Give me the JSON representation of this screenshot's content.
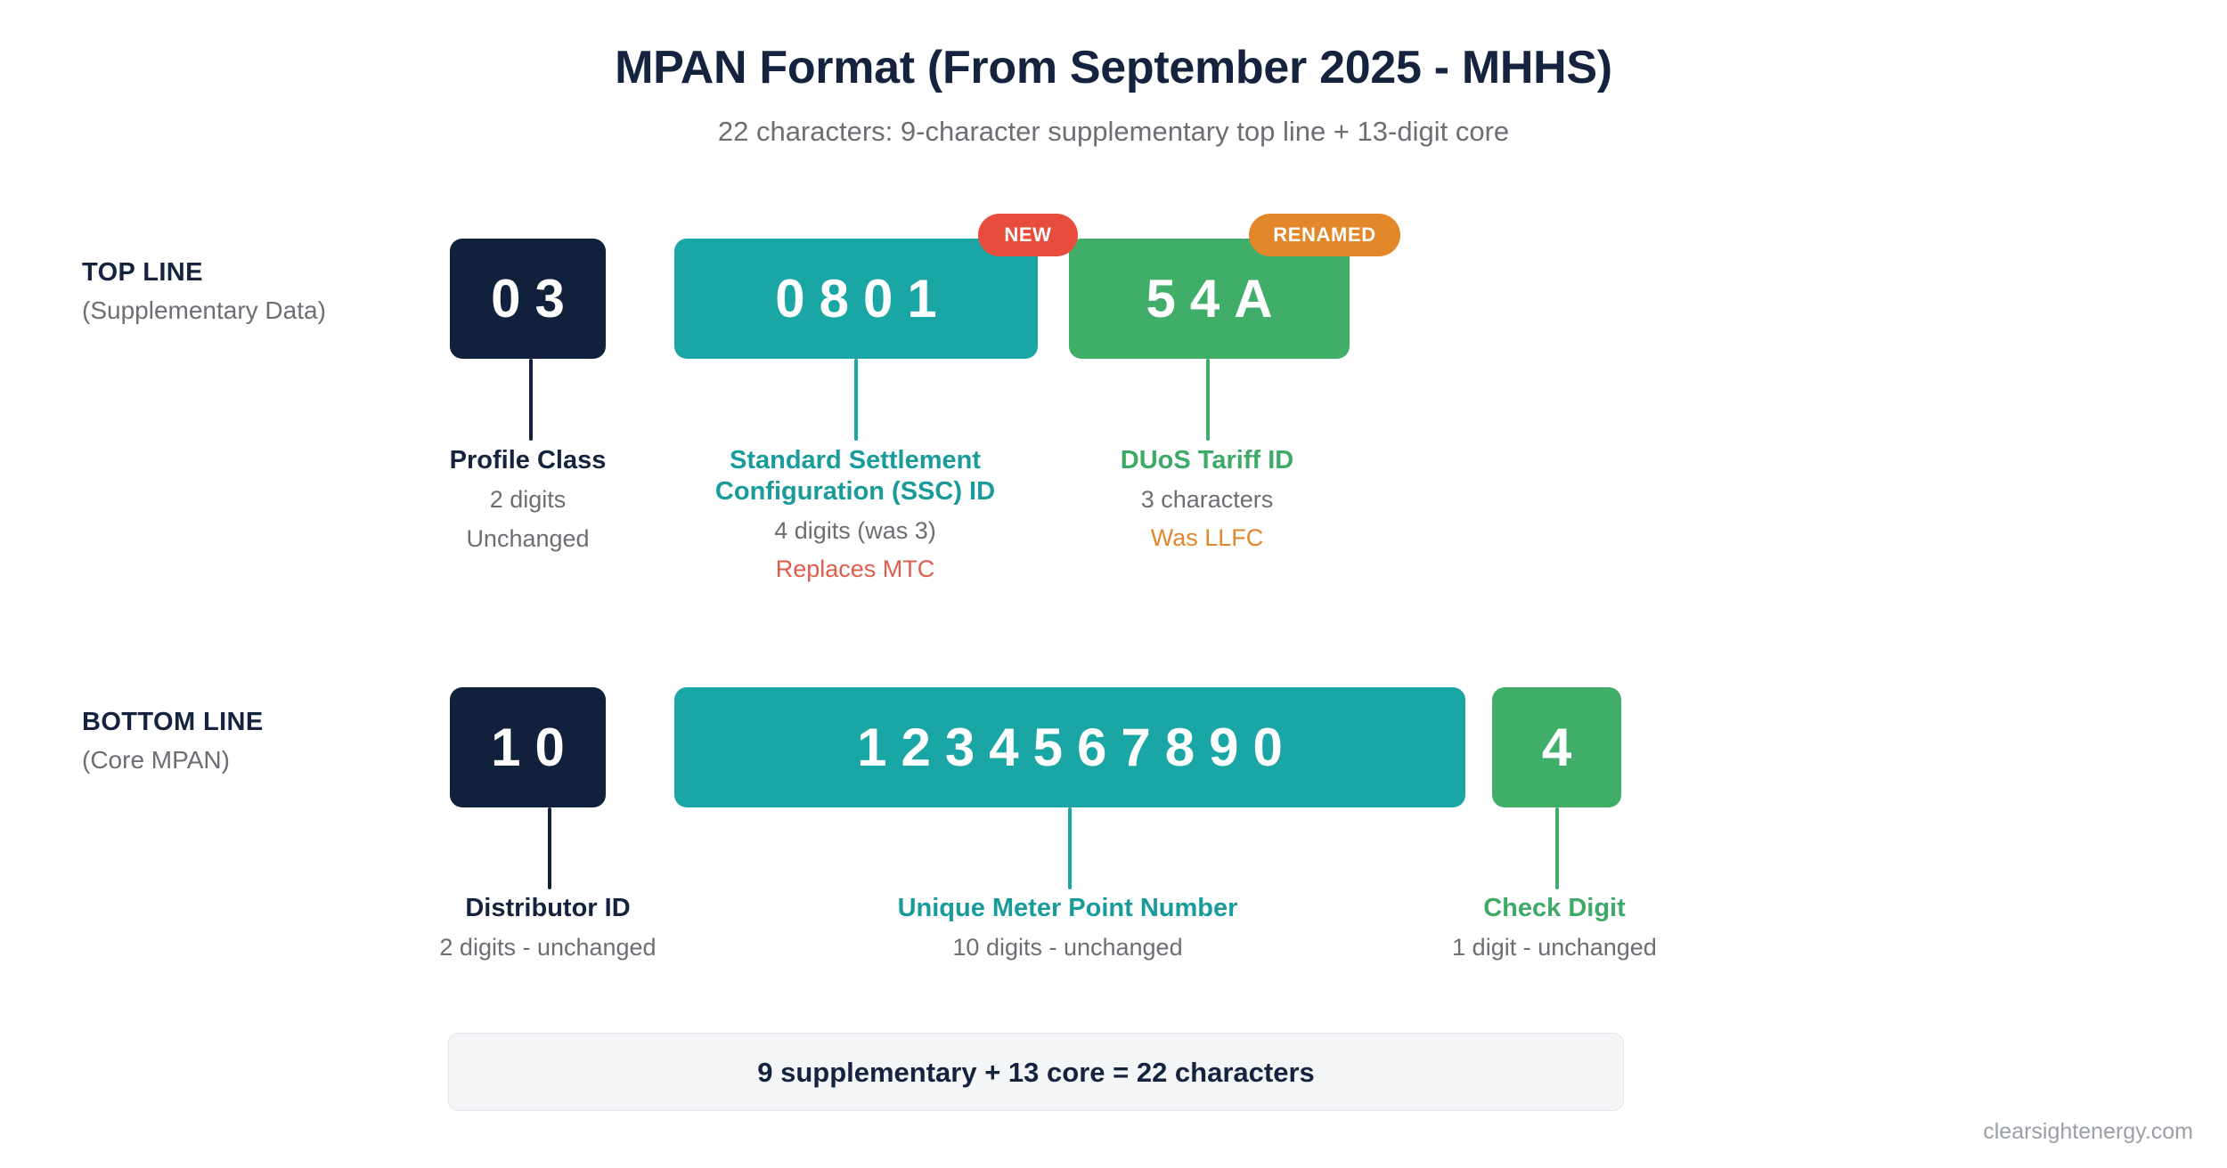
{
  "header": {
    "title": "MPAN Format (From September 2025 - MHHS)",
    "subtitle": "22 characters: 9-character supplementary top line + 13-digit core"
  },
  "colors": {
    "navy": "#11213c",
    "teal": "#1ba6a6",
    "green": "#40ad68",
    "badge_new": "#e74c3c",
    "badge_renamed": "#e2872a",
    "muted_text": "#6b6f74",
    "note_red": "#e05c4b",
    "note_orange": "#e2872a",
    "summary_bg": "#f4f5f7"
  },
  "top_line": {
    "label_main": "TOP LINE",
    "label_sub": "(Supplementary Data)",
    "segments": [
      {
        "value": "03",
        "color": "navy",
        "badge": null,
        "caption_title": "Profile Class",
        "caption_line": "2 digits",
        "caption_note": "Unchanged",
        "caption_note_color": "muted"
      },
      {
        "value": "0801",
        "color": "teal",
        "badge": "NEW",
        "caption_title": "Standard Settlement Configuration (SSC) ID",
        "caption_line": "4 digits (was 3)",
        "caption_note": "Replaces MTC",
        "caption_note_color": "red"
      },
      {
        "value": "54A",
        "color": "green",
        "badge": "RENAMED",
        "caption_title": "DUoS Tariff ID",
        "caption_line": "3 characters",
        "caption_note": "Was LLFC",
        "caption_note_color": "orange"
      }
    ]
  },
  "bottom_line": {
    "label_main": "BOTTOM LINE",
    "label_sub": "(Core MPAN)",
    "segments": [
      {
        "value": "10",
        "color": "navy",
        "caption_title": "Distributor ID",
        "caption_line": "2 digits - unchanged"
      },
      {
        "value": "1234567890",
        "color": "teal",
        "caption_title": "Unique Meter Point Number",
        "caption_line": "10 digits - unchanged"
      },
      {
        "value": "4",
        "color": "green",
        "caption_title": "Check Digit",
        "caption_line": "1 digit - unchanged"
      }
    ]
  },
  "summary": {
    "text": "9 supplementary + 13 core = 22 characters"
  },
  "footer": {
    "source": "clearsightenergy.com"
  }
}
